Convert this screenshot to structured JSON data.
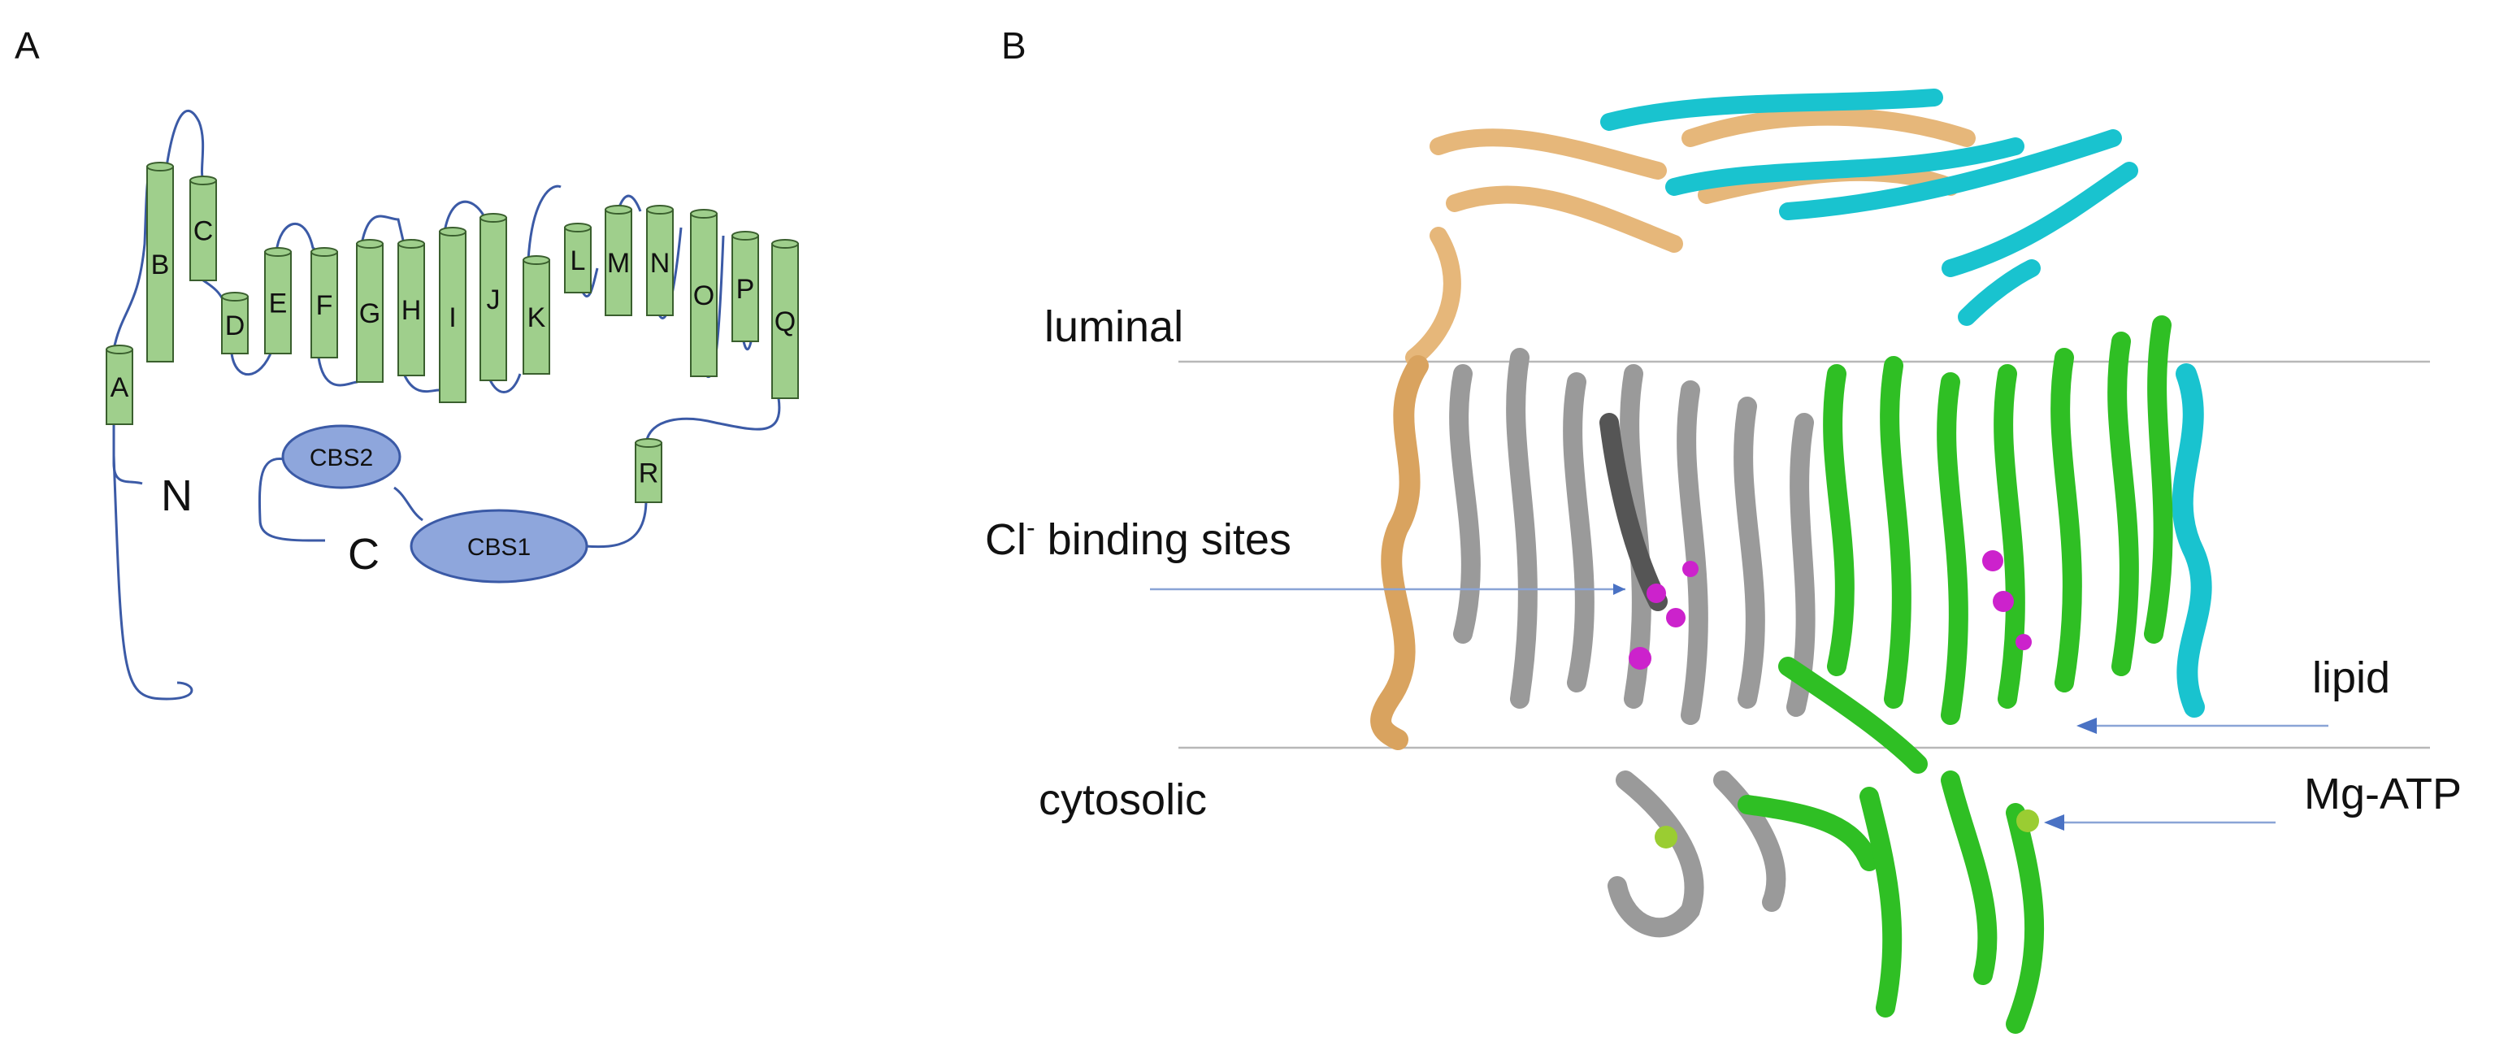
{
  "panels": {
    "a": "A",
    "b": "B"
  },
  "topology": {
    "helices": [
      "A",
      "B",
      "C",
      "D",
      "E",
      "F",
      "G",
      "H",
      "I",
      "J",
      "K",
      "L",
      "M",
      "N",
      "O",
      "P",
      "Q",
      "R"
    ],
    "n_terminus": "N",
    "c_terminus": "C",
    "domains": [
      "CBS2",
      "CBS1"
    ]
  },
  "structure": {
    "labels": {
      "luminal": "luminal",
      "cytosolic": "cytosolic",
      "cl_prefix": "Cl",
      "cl_superscript": "-",
      "cl_rest": " binding sites",
      "lipid": "lipid",
      "mgatp": "Mg-ATP"
    }
  },
  "colors": {
    "helix_fill": "#9fcf8c",
    "helix_stroke": "#3a5f2e",
    "loop": "#3b5aa6",
    "cbs_fill": "#8ea6dc",
    "cbs_stroke": "#3b5aa6",
    "membrane_line": "#b8b8b8",
    "arrow": "#4a72c4",
    "subunit_gray": "#9a9a9a",
    "subunit_green": "#2fbf24",
    "subunit_tan": "#e6b77a",
    "subunit_cyan": "#19c3cf",
    "chloride": "#cc22cc",
    "magnesium": "#9acd32"
  }
}
